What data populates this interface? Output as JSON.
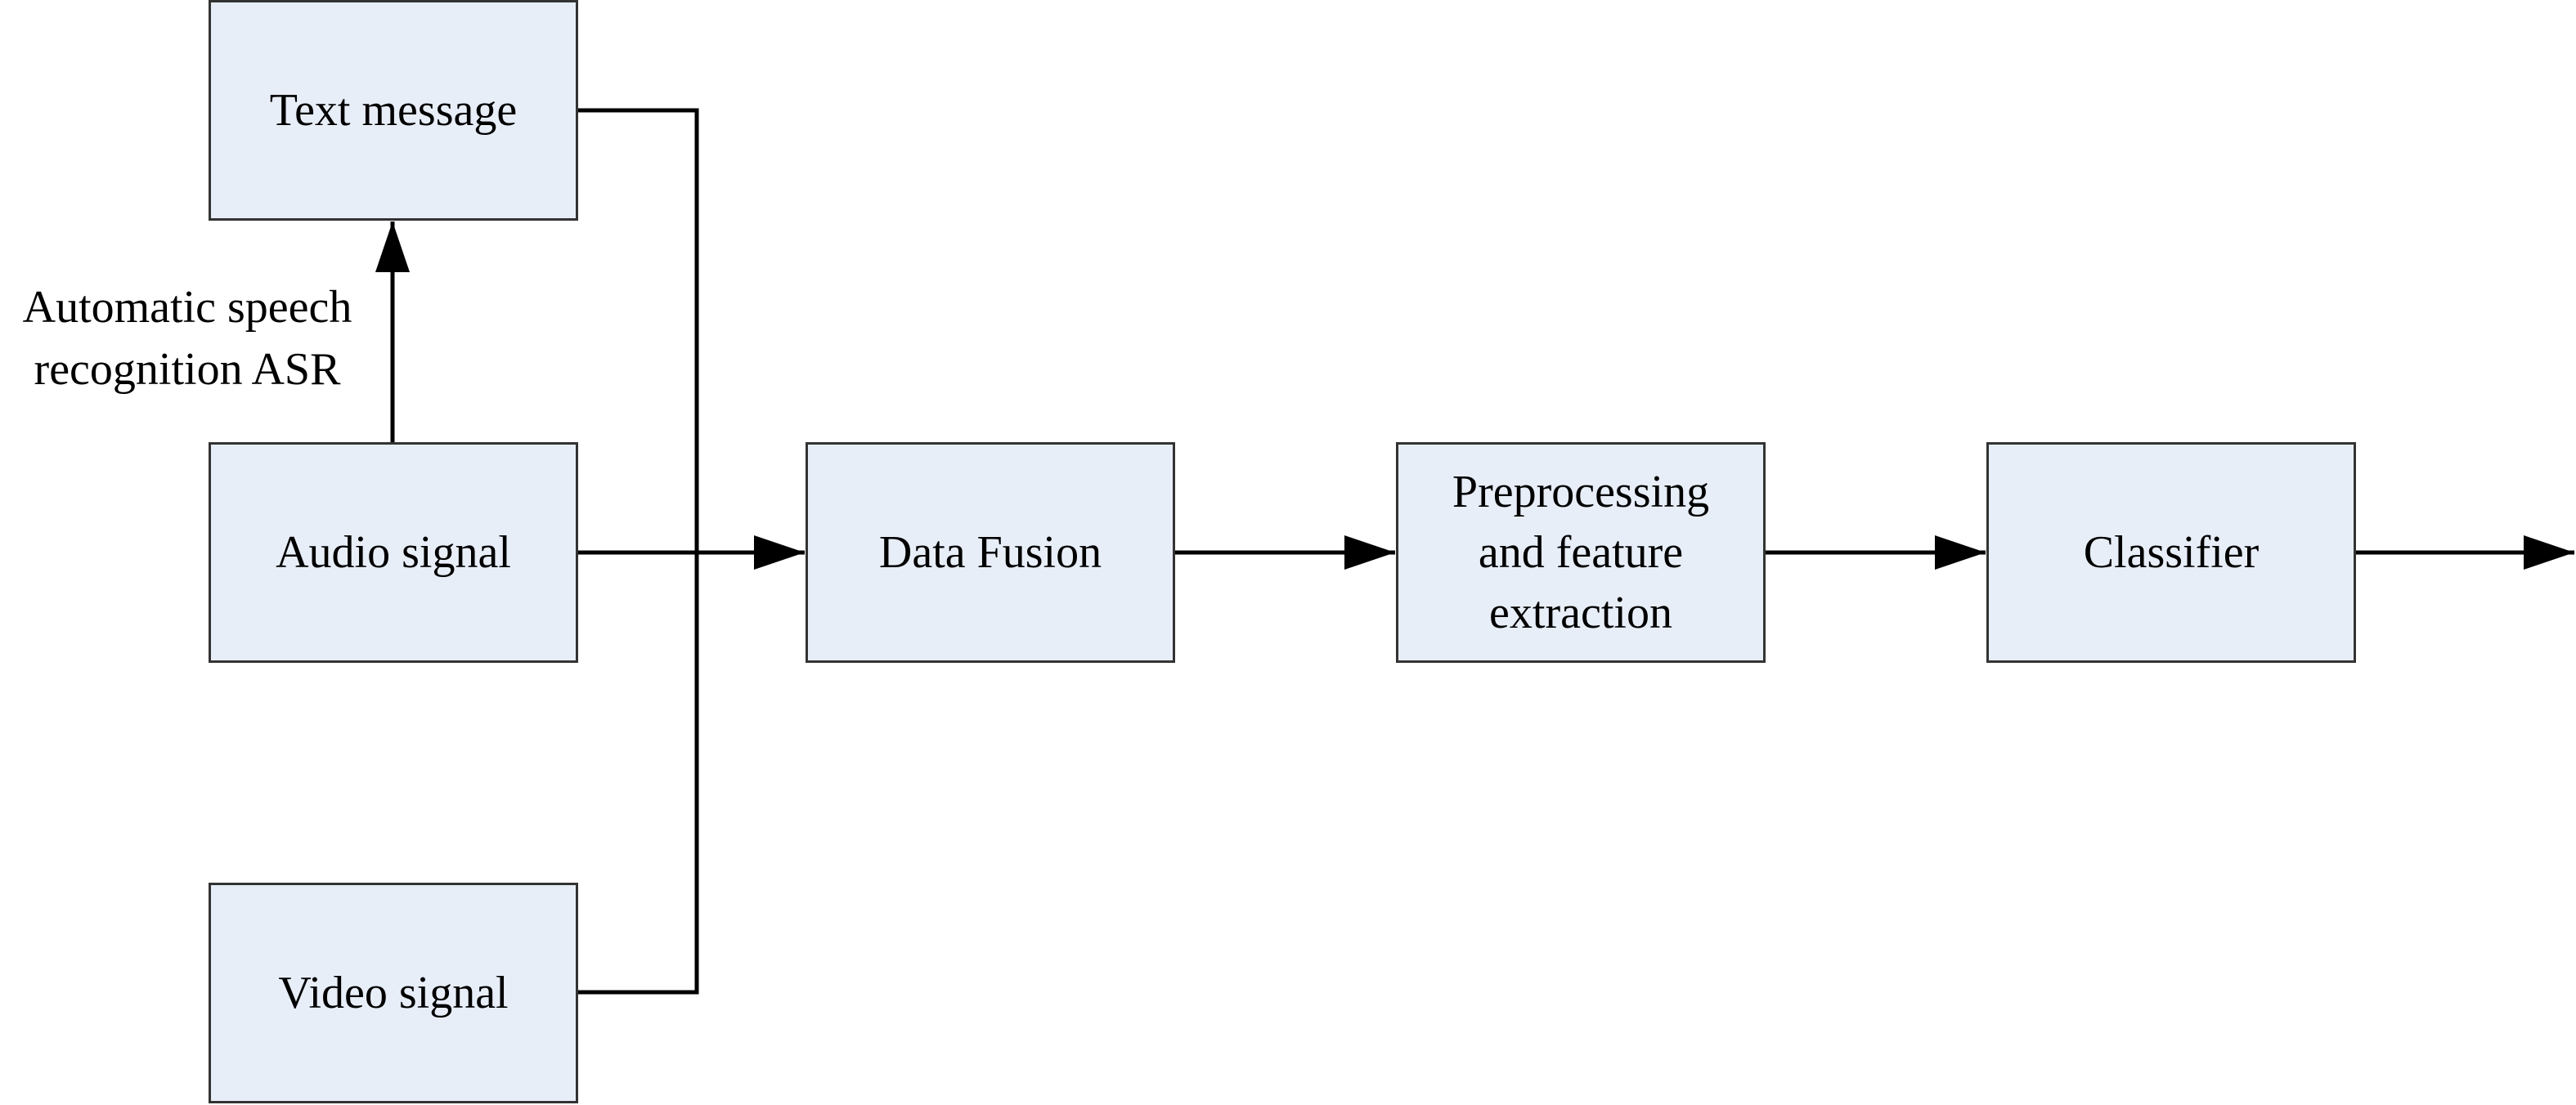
{
  "colors": {
    "box_fill": "#e8eef8",
    "box_border": "#333333",
    "line": "#000000"
  },
  "nodes": {
    "text_message": "Text message",
    "audio_signal": "Audio signal",
    "video_signal": "Video signal",
    "data_fusion": "Data Fusion",
    "preprocessing": {
      "line1": "Preprocessing",
      "line2": "and feature",
      "line3": "extraction"
    },
    "classifier": "Classifier"
  },
  "edge_labels": {
    "asr": {
      "line1": "Automatic speech",
      "line2": "recognition ASR"
    }
  }
}
